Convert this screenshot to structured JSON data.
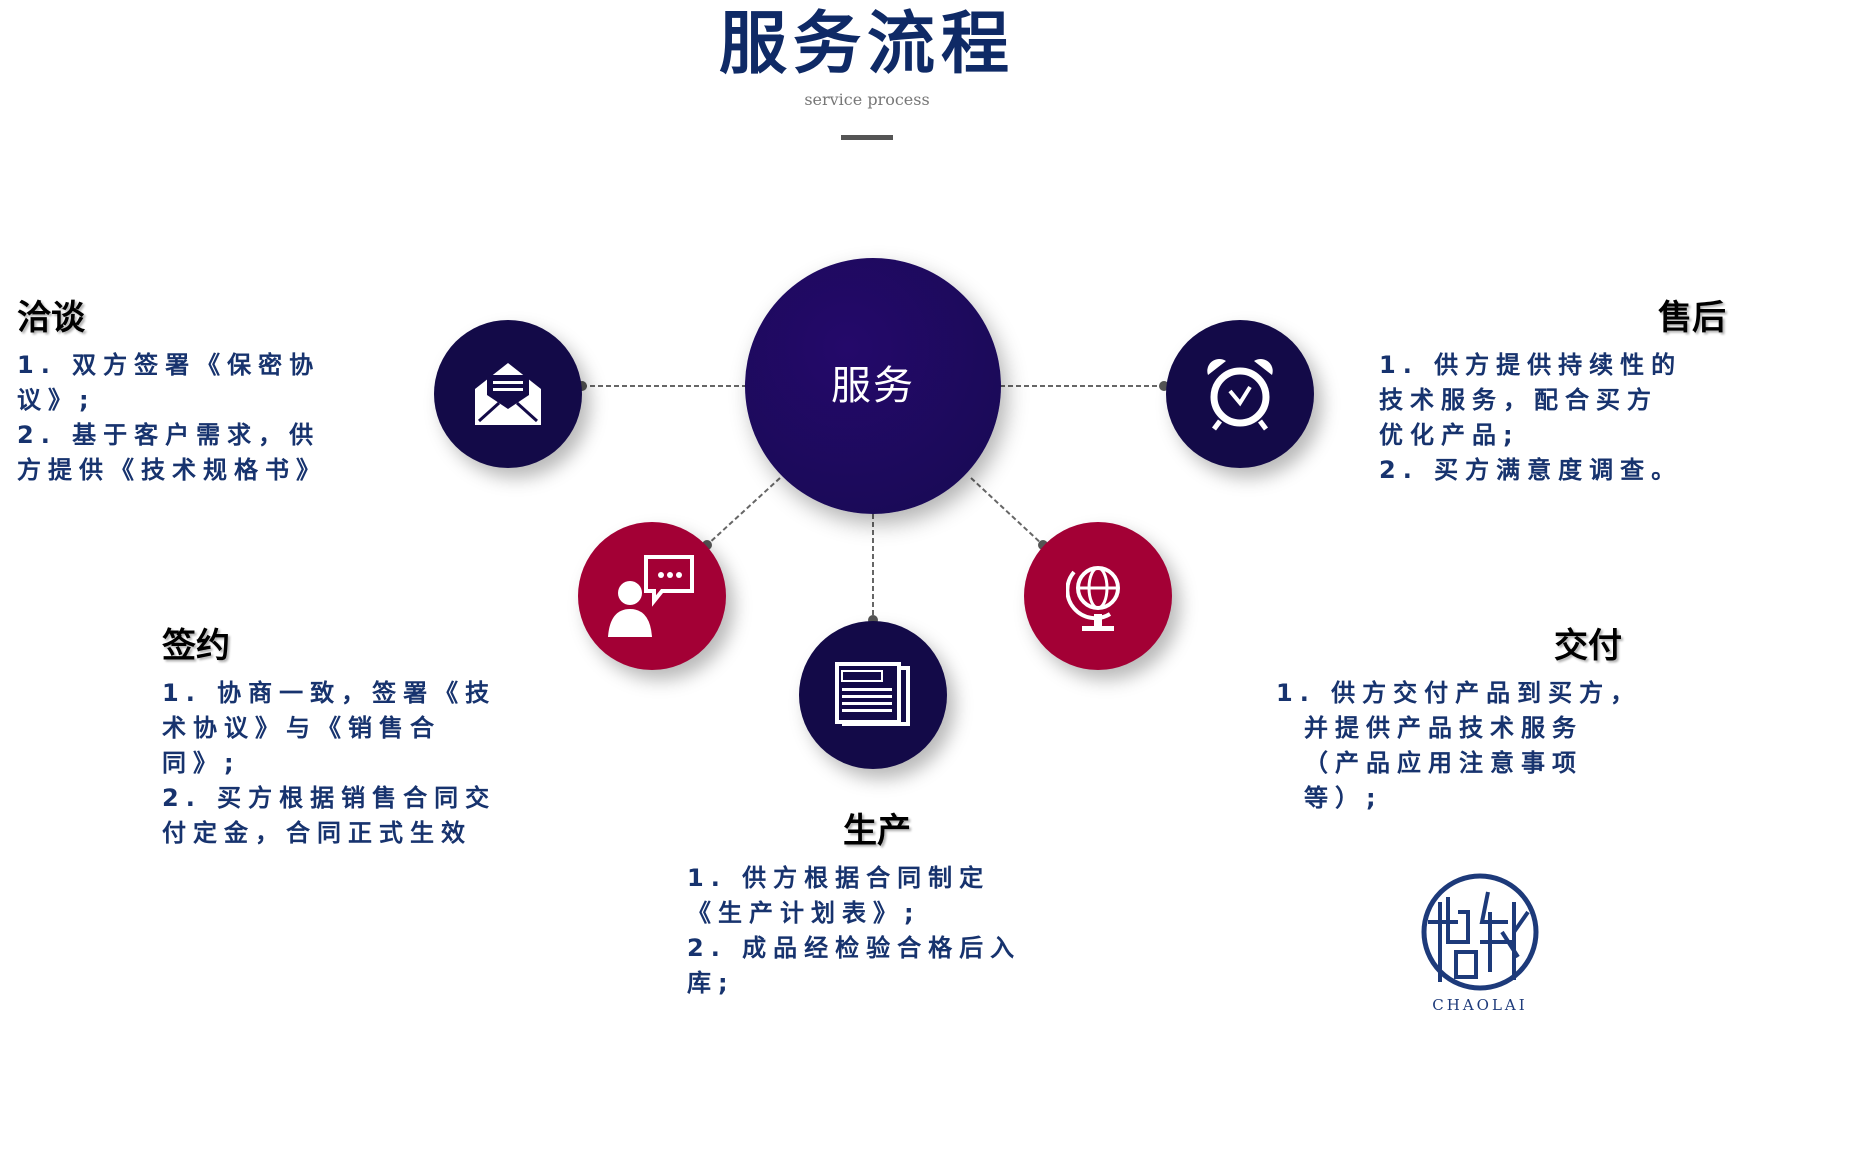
{
  "header": {
    "title": "服务流程",
    "subtitle": "service process"
  },
  "center": {
    "label": "服务"
  },
  "steps": {
    "negotiate": {
      "title": "洽谈",
      "icon": "envelope-icon",
      "lines": [
        "1. 双方签署《保密协",
        "议》;",
        "2. 基于客户需求，供",
        "方提供《技术规格书》"
      ]
    },
    "sign": {
      "title": "签约",
      "icon": "chat-person-icon",
      "lines": [
        "1. 协商一致，签署《技",
        "术协议》与《销售合",
        "同》;",
        "2. 买方根据销售合同交",
        "付定金，合同正式生效"
      ]
    },
    "produce": {
      "title": "生产",
      "icon": "newspaper-icon",
      "lines": [
        "1. 供方根据合同制定",
        "《生产计划表》;",
        "2. 成品经检验合格后入",
        "库;"
      ]
    },
    "deliver": {
      "title": "交付",
      "icon": "globe-icon",
      "lines": [
        "1. 供方交付产品到买方，",
        "并提供产品技术服务",
        "（产品应用注意事项",
        "等）;"
      ]
    },
    "aftersale": {
      "title": "售后",
      "icon": "alarm-clock-icon",
      "lines": [
        "1. 供方提供持续性的",
        "技术服务，配合买方",
        "优化产品;",
        "2. 买方满意度调查。"
      ]
    }
  },
  "logo": {
    "glyphs": "超莱",
    "name": "CHAOLAI"
  },
  "colors": {
    "navy": "#130a48",
    "crimson": "#a30035",
    "text": "#17336e"
  }
}
